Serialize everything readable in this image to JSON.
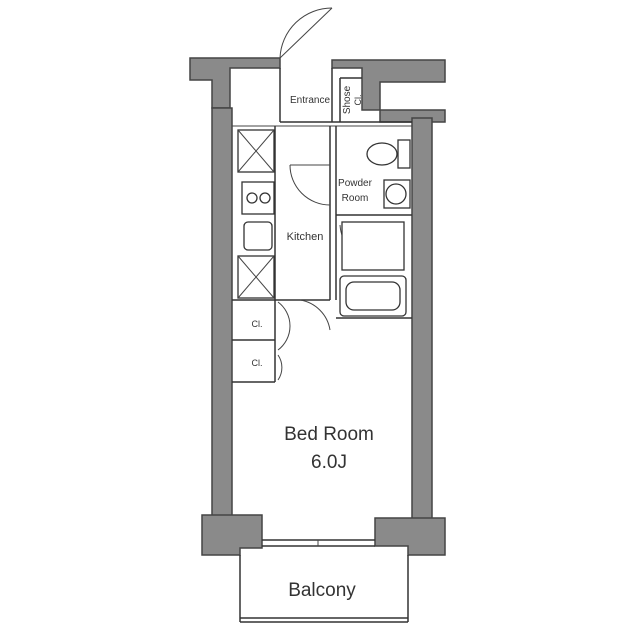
{
  "plan": {
    "rooms": {
      "entrance": "Entrance",
      "shoes_line1": "Shose",
      "shoes_line2": "Cl.",
      "powder_line1": "Powder",
      "powder_line2": "Room",
      "kitchen": "Kitchen",
      "closet_1": "Cl.",
      "closet_2": "Cl.",
      "bedroom": "Bed Room",
      "bedroom_size": "6.0J",
      "balcony": "Balcony"
    },
    "colors": {
      "wall": "#8a8a8a",
      "line": "#333333",
      "background": "#ffffff"
    }
  }
}
